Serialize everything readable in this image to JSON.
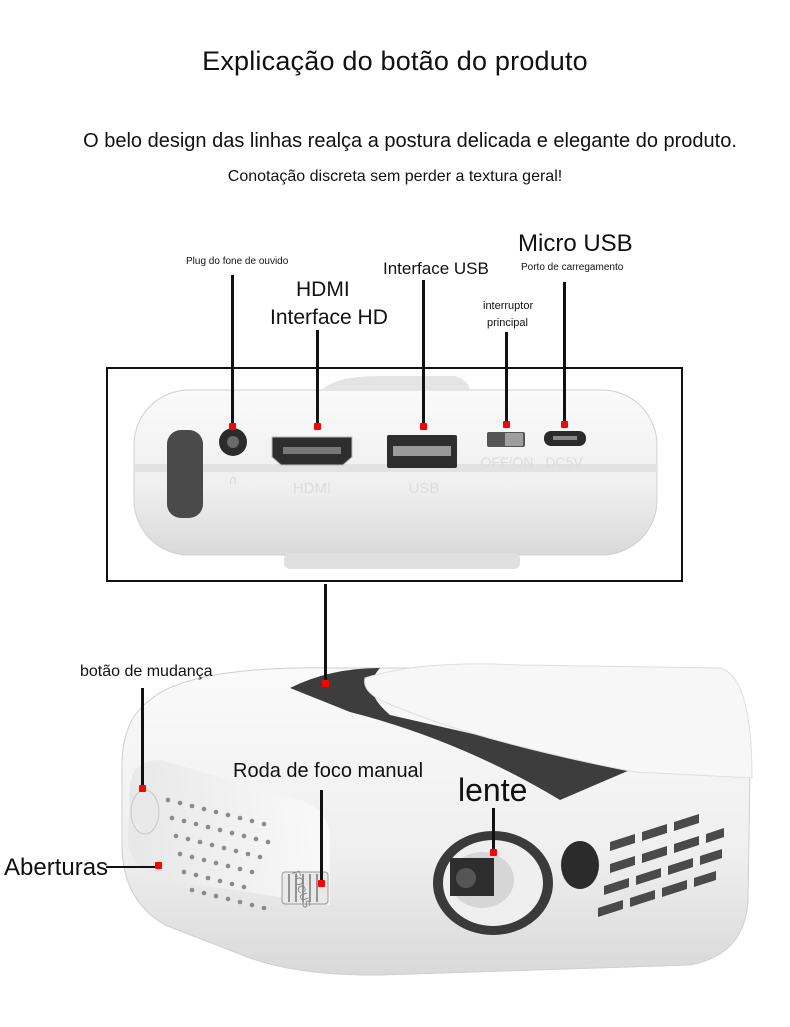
{
  "header": {
    "title": "Explicação do botão do produto",
    "subtitle": "O belo design das linhas realça a postura delicada e elegante do produto.",
    "tagline": "Conotação discreta sem perder a textura geral!"
  },
  "labels": {
    "headphone": "Plug do fone de ouvido",
    "hdmi_line1": "HDMI",
    "hdmi_line2": "Interface HD",
    "usb": "Interface USB",
    "switch_line1": "interruptor",
    "switch_line2": "principal",
    "micro_usb": "Micro USB",
    "charging_port": "Porto de carregamento",
    "mode_button": "botão de mudança",
    "focus_wheel": "Roda de foco manual",
    "lens": "lente",
    "vents": "Aberturas"
  },
  "device_print": {
    "hdmi": "HDMI",
    "usb": "USB",
    "off_on": "OFF/ON",
    "dc5v": "DC5V",
    "focus": "FOCUS"
  },
  "colors": {
    "marker": "#ff0000",
    "body": "#f4f4f4",
    "dark": "#3a3a3a"
  }
}
